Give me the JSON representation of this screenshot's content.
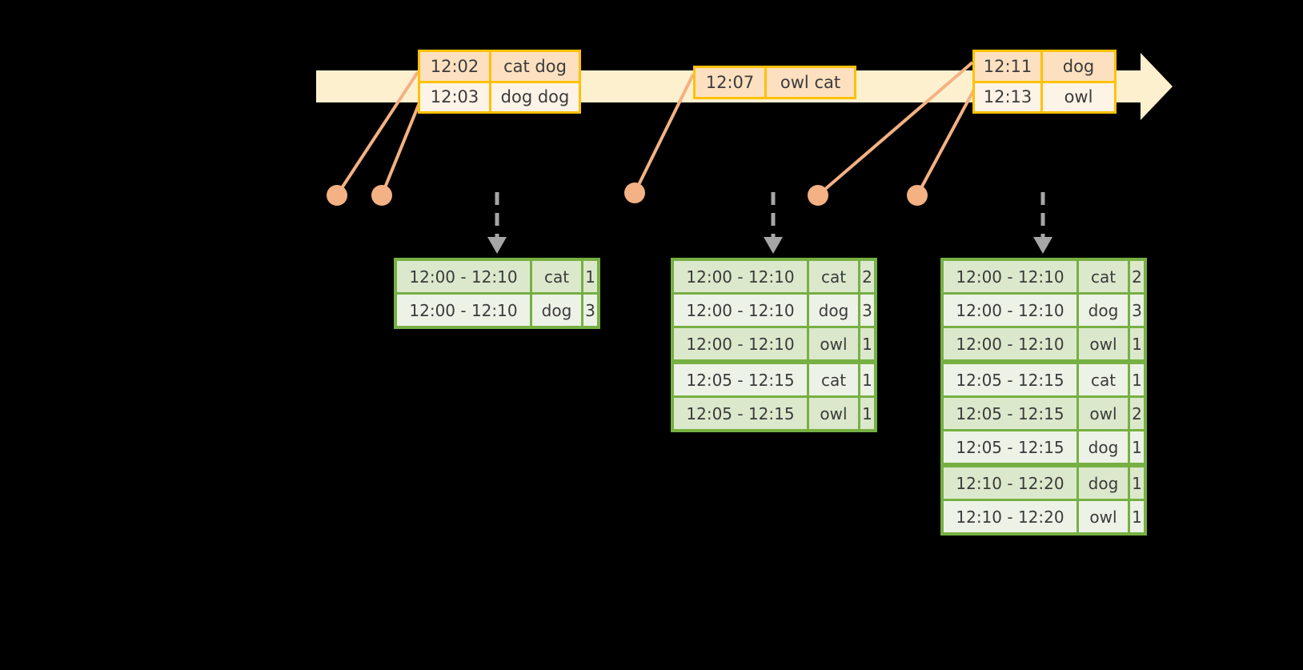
{
  "diagram": {
    "title": "sliding-window-word-count-timeline",
    "colors": {
      "timeline_fill": "#FDF0CF",
      "event_border": "#FFC107",
      "event_fill_dark": "#FCE0C0",
      "event_fill_light": "#FDF3E7",
      "connector": "#F4B183",
      "table_border": "#76B043",
      "table_fill_dark": "#DCE8CC",
      "table_fill_light": "#EDF2E7",
      "arrow_gray": "#A6A6A6",
      "background": "#000000"
    }
  },
  "timeline": {
    "name": "event-timeline-arrow",
    "events": [
      {
        "group": "events-group-1",
        "rows": [
          {
            "time": "12:02",
            "words": "cat dog"
          },
          {
            "time": "12:03",
            "words": "dog dog"
          }
        ]
      },
      {
        "group": "events-group-2",
        "rows": [
          {
            "time": "12:07",
            "words": "owl cat"
          }
        ]
      },
      {
        "group": "events-group-3",
        "rows": [
          {
            "time": "12:11",
            "words": "dog"
          },
          {
            "time": "12:13",
            "words": "owl"
          }
        ]
      }
    ]
  },
  "tables": [
    {
      "name": "result-table-1",
      "columns": [
        "window",
        "key",
        "count"
      ],
      "rows": [
        {
          "window": "12:00 - 12:10",
          "key": "cat",
          "count": "1"
        },
        {
          "window": "12:00 - 12:10",
          "key": "dog",
          "count": "3"
        }
      ]
    },
    {
      "name": "result-table-2",
      "columns": [
        "window",
        "key",
        "count"
      ],
      "rows": [
        {
          "window": "12:00 - 12:10",
          "key": "cat",
          "count": "2"
        },
        {
          "window": "12:00 - 12:10",
          "key": "dog",
          "count": "3"
        },
        {
          "window": "12:00 - 12:10",
          "key": "owl",
          "count": "1"
        },
        {
          "window": "12:05 - 12:15",
          "key": "cat",
          "count": "1"
        },
        {
          "window": "12:05 - 12:15",
          "key": "owl",
          "count": "1"
        }
      ]
    },
    {
      "name": "result-table-3",
      "columns": [
        "window",
        "key",
        "count"
      ],
      "rows": [
        {
          "window": "12:00 - 12:10",
          "key": "cat",
          "count": "2"
        },
        {
          "window": "12:00 - 12:10",
          "key": "dog",
          "count": "3"
        },
        {
          "window": "12:00 - 12:10",
          "key": "owl",
          "count": "1"
        },
        {
          "window": "12:05 - 12:15",
          "key": "cat",
          "count": "1"
        },
        {
          "window": "12:05 - 12:15",
          "key": "owl",
          "count": "2"
        },
        {
          "window": "12:05 - 12:15",
          "key": "dog",
          "count": "1"
        },
        {
          "window": "12:10 - 12:20",
          "key": "dog",
          "count": "1"
        },
        {
          "window": "12:10 - 12:20",
          "key": "owl",
          "count": "1"
        }
      ]
    }
  ]
}
